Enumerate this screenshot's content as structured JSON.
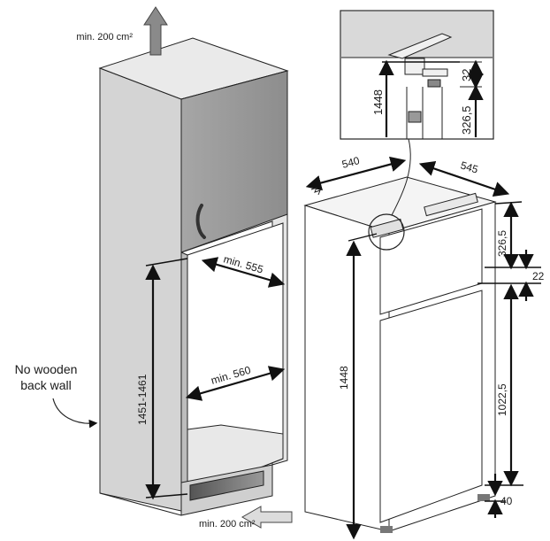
{
  "labels": {
    "vent_top": "min. 200 cm²",
    "vent_bottom": "min. 200 cm²",
    "no_back_wall_line1": "No wooden",
    "no_back_wall_line2": "back wall",
    "niche_height": "1451-1461",
    "niche_depth": "min. 555",
    "niche_width": "min. 560",
    "fridge_width": "540",
    "fridge_depth": "545",
    "fridge_height": "1448",
    "upper_section": "326,5",
    "gap": "22",
    "lower_section": "1022,5",
    "base_height": "40",
    "detail_height": "1448",
    "detail_top": "32",
    "detail_section": "326,5"
  },
  "colors": {
    "cabinet_side": "#cfcfcf",
    "cabinet_front": "#e2e2e2",
    "cabinet_door": "#9a9a9a",
    "fridge_body": "#ffffff",
    "lines": "#222222"
  }
}
